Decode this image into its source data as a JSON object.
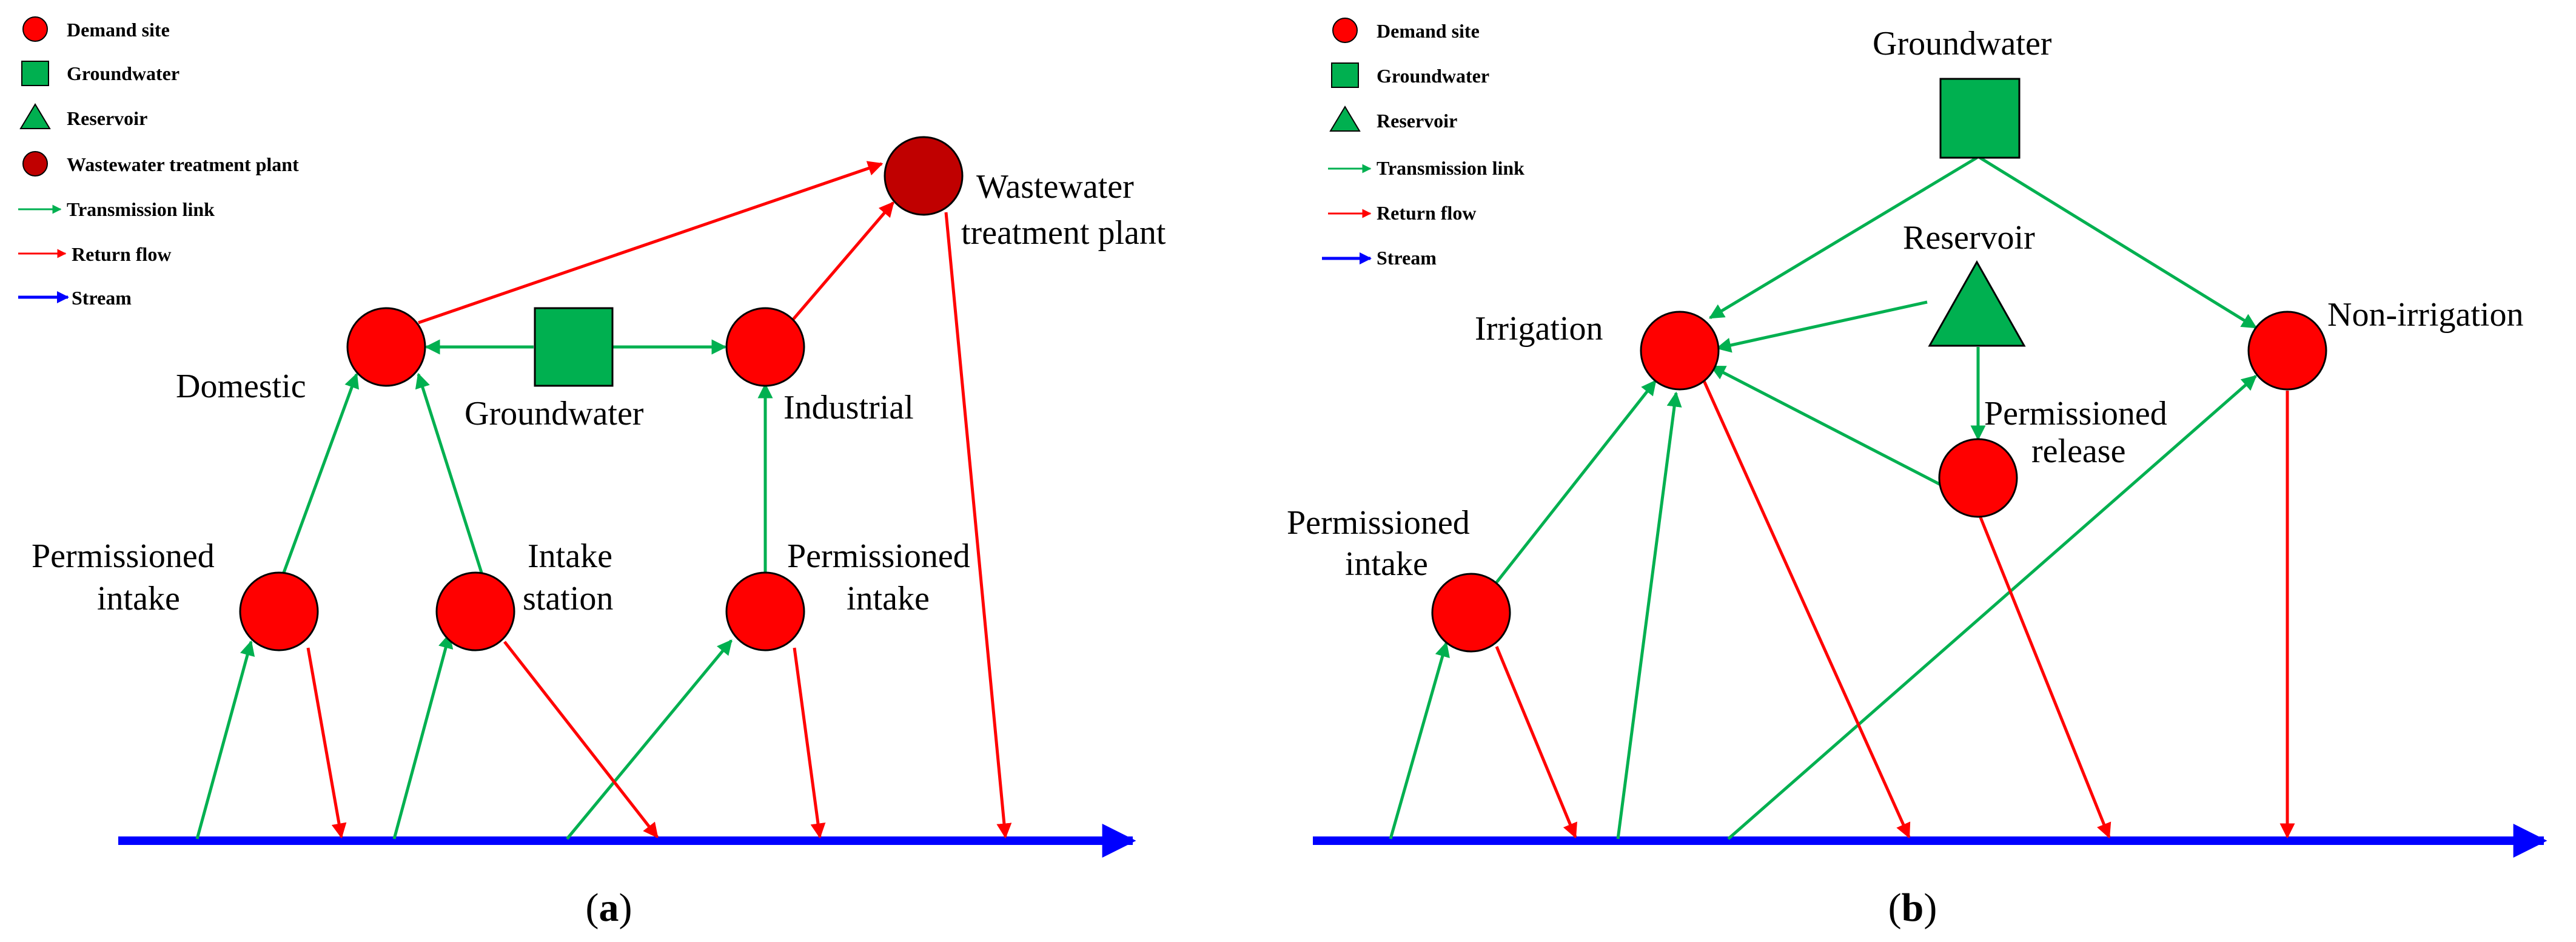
{
  "colors": {
    "demand_fill": "#ff0000",
    "wastewater_fill": "#c00000",
    "groundwater_fill": "#00b050",
    "transmission": "#00b050",
    "return_flow": "#ff0000",
    "stream": "#0000ff"
  },
  "legend": {
    "demand_site": "Demand site",
    "groundwater": "Groundwater",
    "reservoir": "Reservoir",
    "wastewater_plant": "Wastewater treatment plant",
    "transmission_link": "Transmission link",
    "return_flow": "Return flow",
    "stream": "Stream"
  },
  "panel_a": {
    "caption": {
      "open": "(",
      "letter": "a",
      "close": ")"
    },
    "nodes": {
      "domestic": "Domestic",
      "groundwater": "Groundwater",
      "industrial": "Industrial",
      "wastewater_line1": "Wastewater",
      "wastewater_line2": "treatment plant",
      "perm_intake_left_line1": "Permissioned",
      "perm_intake_left_line2": "intake",
      "intake_station_line1": "Intake",
      "intake_station_line2": "station",
      "perm_intake_right_line1": "Permissioned",
      "perm_intake_right_line2": "intake"
    }
  },
  "panel_b": {
    "caption": {
      "open": "(",
      "letter": "b",
      "close": ")"
    },
    "nodes": {
      "groundwater": "Groundwater",
      "reservoir": "Reservoir",
      "irrigation": "Irrigation",
      "non_irrigation": "Non-irrigation",
      "perm_release_line1": "Permissioned",
      "perm_release_line2": "release",
      "perm_intake_line1": "Permissioned",
      "perm_intake_line2": "intake"
    }
  }
}
